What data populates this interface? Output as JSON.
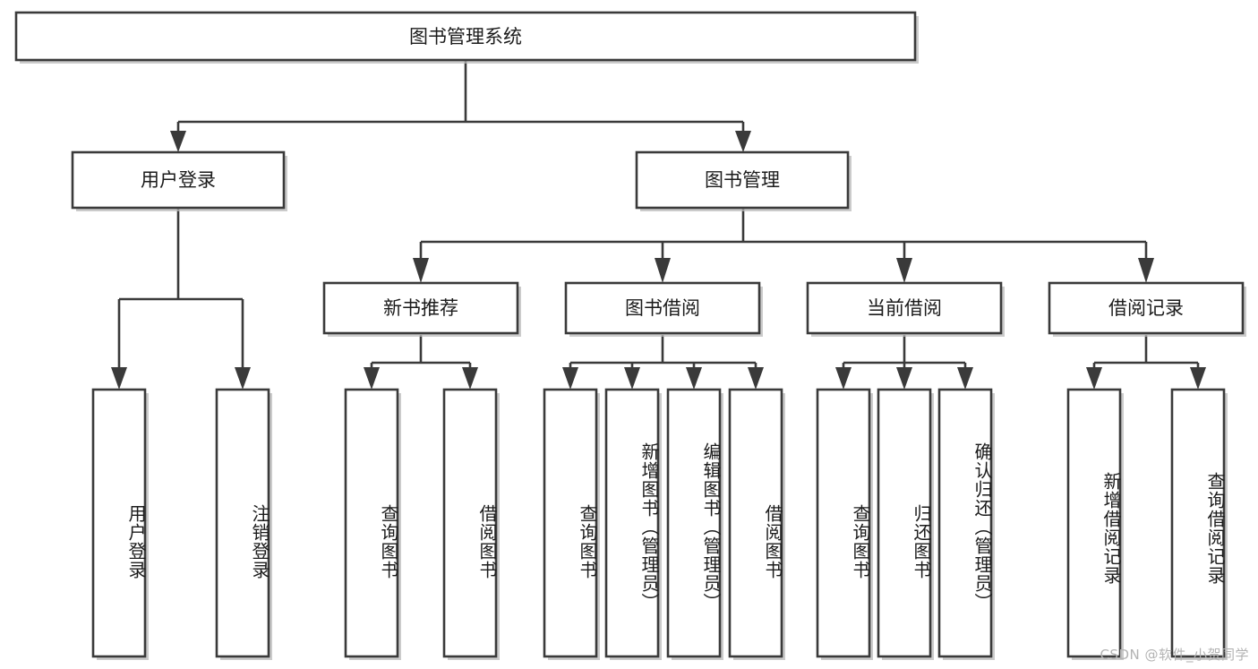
{
  "diagram": {
    "type": "tree",
    "title": "图书管理系统",
    "watermark": "CSDN @软件_小贺同学",
    "colors": {
      "box_stroke": "#3a3a3a",
      "box_fill": "#ffffff",
      "text": "#1b1b1b",
      "connector": "#3a3a3a",
      "shadow": "#b9b9b9",
      "watermark": "#b3b3b3",
      "background": "#ffffff"
    },
    "levels": {
      "root": "图书管理系统",
      "level2": [
        "用户登录",
        "图书管理"
      ],
      "level3": [
        "新书推荐",
        "图书借阅",
        "当前借阅",
        "借阅记录"
      ]
    },
    "nodes": {
      "root": {
        "label": "图书管理系统"
      },
      "user_login": {
        "label": "用户登录"
      },
      "book_manage": {
        "label": "图书管理"
      },
      "new_book_rec": {
        "label": "新书推荐"
      },
      "book_borrow": {
        "label": "图书借阅"
      },
      "current_borrow": {
        "label": "当前借阅"
      },
      "borrow_record": {
        "label": "借阅记录"
      },
      "leaf_user_login": {
        "label": "用户登录"
      },
      "leaf_logout": {
        "label": "注销登录"
      },
      "leaf_query_book_1": {
        "label": "查询图书"
      },
      "leaf_borrow_book_1": {
        "label": "借阅图书"
      },
      "leaf_query_book_2": {
        "label": "查询图书"
      },
      "leaf_add_book": {
        "label": "新增图书（管理员）"
      },
      "leaf_edit_book": {
        "label": "编辑图书（管理员）"
      },
      "leaf_borrow_book_2": {
        "label": "借阅图书"
      },
      "leaf_query_book_3": {
        "label": "查询图书"
      },
      "leaf_return_book": {
        "label": "归还图书"
      },
      "leaf_confirm_return": {
        "label": "确认归还（管理员）"
      },
      "leaf_add_record": {
        "label": "新增借阅记录"
      },
      "leaf_query_record": {
        "label": "查询借阅记录"
      }
    },
    "edges": [
      {
        "from": "root",
        "to": "user_login"
      },
      {
        "from": "root",
        "to": "book_manage"
      },
      {
        "from": "user_login",
        "to": "leaf_user_login"
      },
      {
        "from": "user_login",
        "to": "leaf_logout"
      },
      {
        "from": "book_manage",
        "to": "new_book_rec"
      },
      {
        "from": "book_manage",
        "to": "book_borrow"
      },
      {
        "from": "book_manage",
        "to": "current_borrow"
      },
      {
        "from": "book_manage",
        "to": "borrow_record"
      },
      {
        "from": "new_book_rec",
        "to": "leaf_query_book_1"
      },
      {
        "from": "new_book_rec",
        "to": "leaf_borrow_book_1"
      },
      {
        "from": "book_borrow",
        "to": "leaf_query_book_2"
      },
      {
        "from": "book_borrow",
        "to": "leaf_add_book"
      },
      {
        "from": "book_borrow",
        "to": "leaf_edit_book"
      },
      {
        "from": "book_borrow",
        "to": "leaf_borrow_book_2"
      },
      {
        "from": "current_borrow",
        "to": "leaf_query_book_3"
      },
      {
        "from": "current_borrow",
        "to": "leaf_return_book"
      },
      {
        "from": "current_borrow",
        "to": "leaf_confirm_return"
      },
      {
        "from": "borrow_record",
        "to": "leaf_add_record"
      },
      {
        "from": "borrow_record",
        "to": "leaf_query_record"
      }
    ]
  }
}
